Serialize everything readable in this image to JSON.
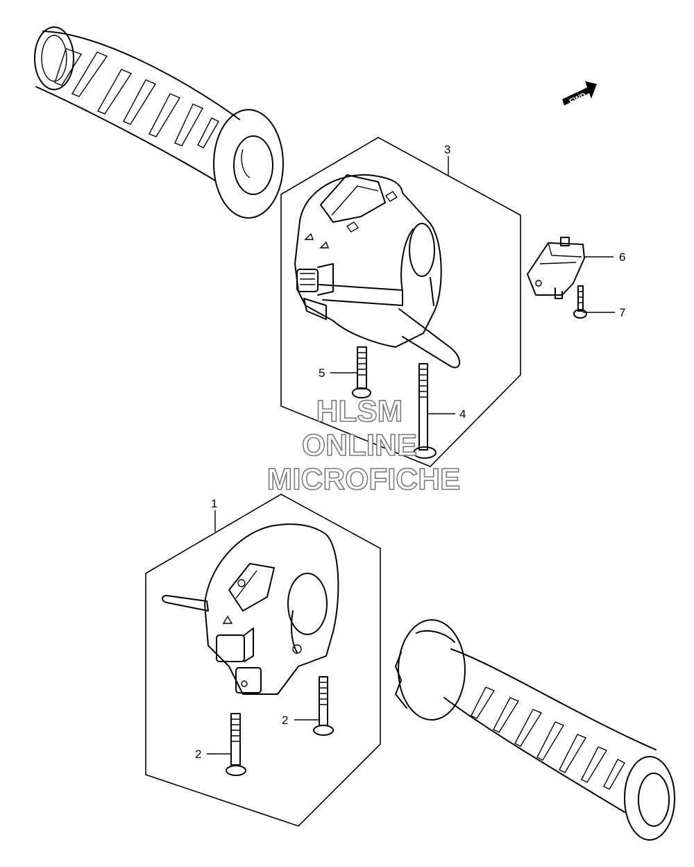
{
  "fwd_label": "FWD",
  "callouts": [
    {
      "id": "1",
      "text": "1"
    },
    {
      "id": "2a",
      "text": "2"
    },
    {
      "id": "2b",
      "text": "2"
    },
    {
      "id": "3",
      "text": "3"
    },
    {
      "id": "4",
      "text": "4"
    },
    {
      "id": "5",
      "text": "5"
    },
    {
      "id": "6",
      "text": "6"
    },
    {
      "id": "7",
      "text": "7"
    }
  ],
  "watermark": {
    "line1": "HLSM",
    "line2": "ONLINE",
    "line3": "MICROFICHE"
  },
  "colors": {
    "line": "#000000",
    "background": "#ffffff",
    "watermark_outline": "#7a7a7a"
  }
}
